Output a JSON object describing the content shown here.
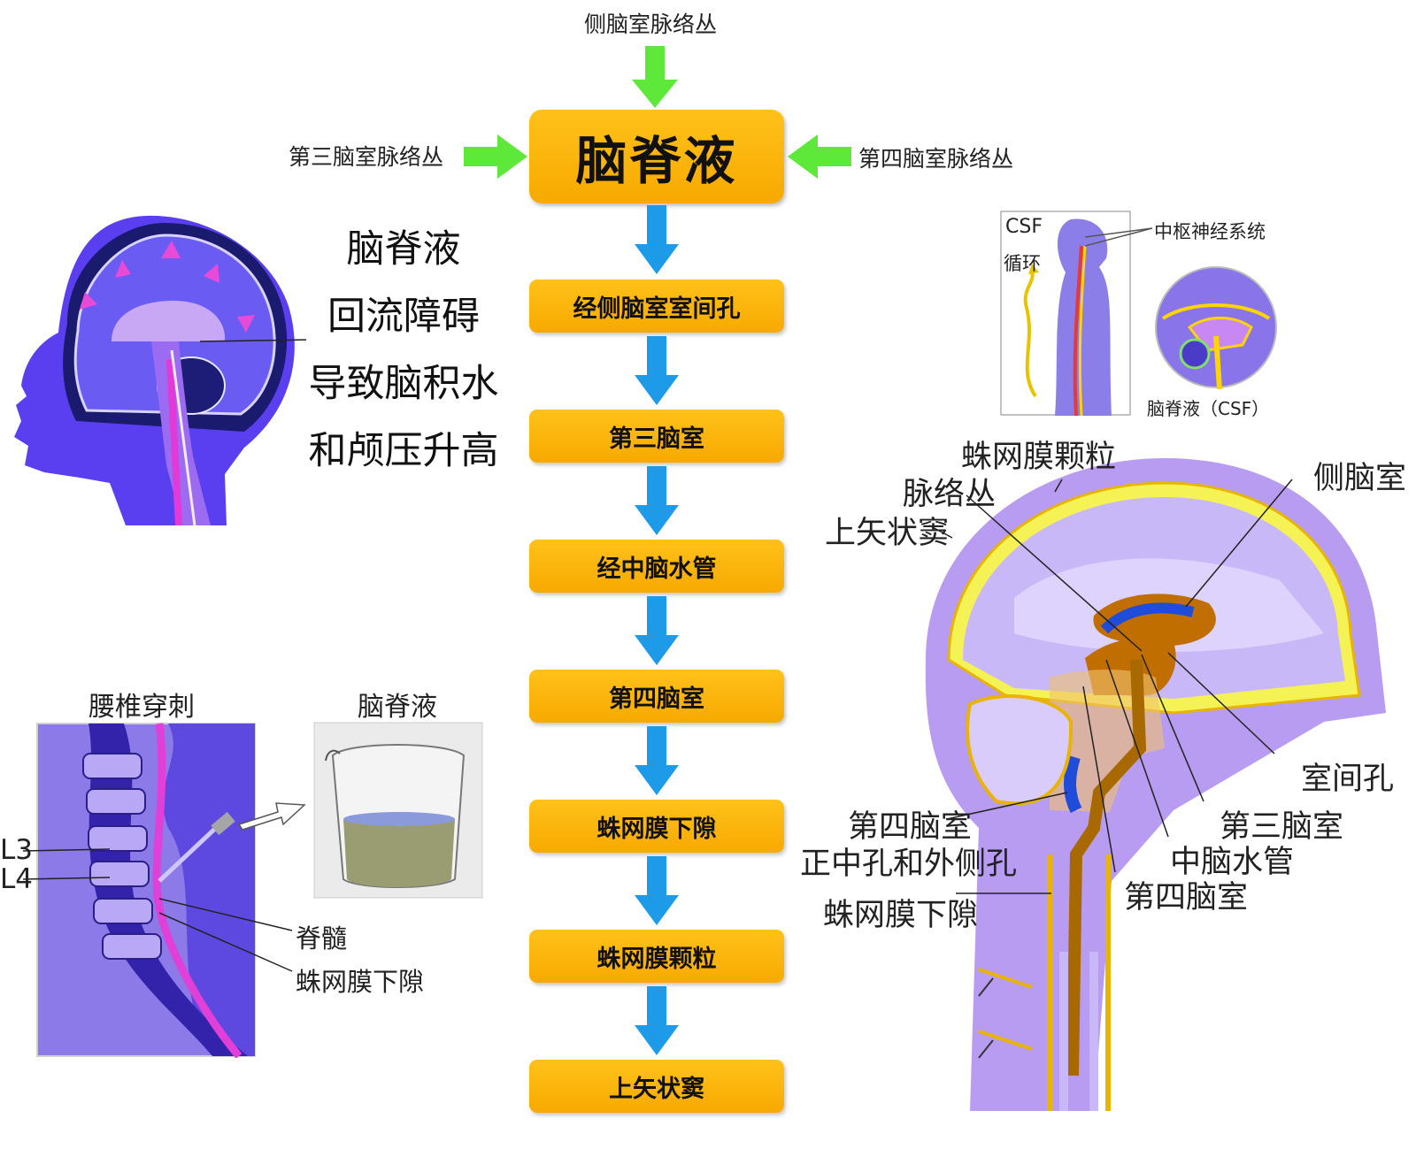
{
  "inputs": {
    "top": "侧脑室脉络丛",
    "left": "第三脑室脉络丛",
    "right": "第四脑室脉络丛"
  },
  "main": {
    "title": "脑脊液"
  },
  "steps": [
    "经侧脑室室间孔",
    "第三脑室",
    "经中脑水管",
    "第四脑室",
    "蛛网膜下隙",
    "蛛网膜颗粒",
    "上矢状窦"
  ],
  "left_panel": {
    "lines": [
      "脑脊液",
      "回流障碍",
      "导致脑积水",
      "和颅压升高"
    ]
  },
  "lumbar": {
    "title": "腰椎穿刺",
    "beaker_title": "脑脊液",
    "l3": "L3",
    "l4": "L4",
    "spinal_cord": "脊髓",
    "subarachnoid": "蛛网膜下隙"
  },
  "csf_inset": {
    "csf": "CSF",
    "circulation": "循环",
    "cns": "中枢神经系统",
    "csf_label": "脑脊液（CSF）"
  },
  "brain_labels": {
    "granulations": "蛛网膜颗粒",
    "plexus": "脉络丛",
    "sinus": "上矢状窦",
    "lateral": "侧脑室",
    "foramen": "室间孔",
    "third": "第三脑室",
    "aqueduct": "中脑水管",
    "fourth": "第四脑室",
    "fourth_left": "第四脑室",
    "apertures": "正中孔和外侧孔",
    "subarachnoid": "蛛网膜下隙"
  },
  "colors": {
    "box": "#f7a900",
    "flow_arrow": "#1e9be8",
    "input_arrow": "#5ee83a",
    "brain_purple": "#7b5cf0"
  }
}
